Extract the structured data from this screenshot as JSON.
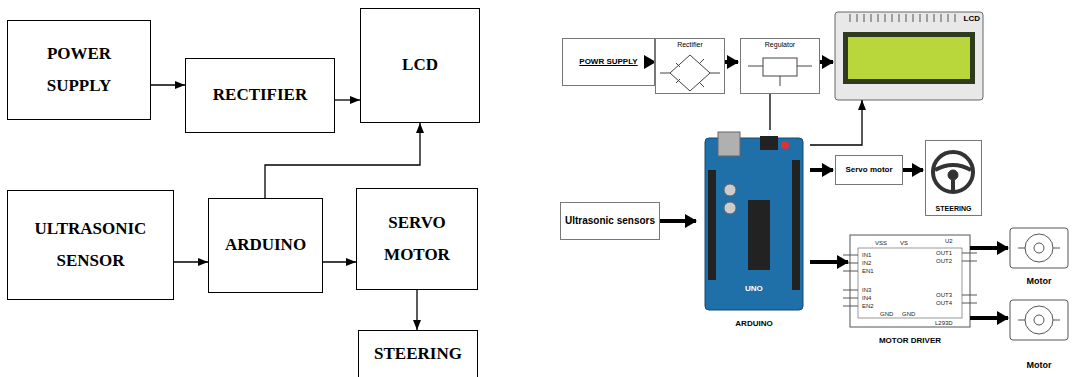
{
  "diagram": {
    "nodes": [
      {
        "text": [
          "POWER SUPPLY"
        ]
      },
      {
        "text": [
          "RECTIFIER"
        ]
      },
      {
        "text": [
          "LCD"
        ]
      },
      {
        "text": [
          "ULTRASONIC SENSOR"
        ]
      },
      {
        "text": [
          "ARDUINO"
        ]
      },
      {
        "text": [
          "SERVO MOTOR"
        ]
      },
      {
        "text": [
          "STEERING"
        ]
      },
      {
        "text": [
          "POWR SUPPLY"
        ]
      },
      {
        "text": [
          "Rectifier"
        ]
      },
      {
        "text": [
          "Regulator"
        ]
      },
      {
        "text": [
          "LCD"
        ]
      },
      {
        "text": [
          "ARDUINO"
        ]
      },
      {
        "text": [
          "Servo motor"
        ]
      },
      {
        "text": [
          "STEERING"
        ]
      },
      {
        "text": [
          "Ultrasonic sensors"
        ]
      },
      {
        "text": [
          "MOTOR DRIVER"
        ]
      },
      {
        "text": [
          "Motor"
        ]
      },
      {
        "text": [
          "Motor"
        ]
      }
    ],
    "edges": [
      {
        "from": 0,
        "to": 1,
        "arrow": "to"
      },
      {
        "from": 1,
        "to": 2,
        "arrow": "to"
      },
      {
        "from": 4,
        "to": 2,
        "arrow": "to"
      },
      {
        "from": 3,
        "to": 4,
        "arrow": "to"
      },
      {
        "from": 4,
        "to": 5,
        "arrow": "to"
      },
      {
        "from": 5,
        "to": 6,
        "arrow": "to"
      },
      {
        "from": 7,
        "to": 8,
        "arrow": "to"
      },
      {
        "from": 8,
        "to": 9,
        "arrow": "to"
      },
      {
        "from": 9,
        "to": 10,
        "arrow": "to"
      },
      {
        "from": 9,
        "to": 11,
        "arrow": "none"
      },
      {
        "from": 11,
        "to": 10,
        "arrow": "to"
      },
      {
        "from": 14,
        "to": 11,
        "arrow": "to"
      },
      {
        "from": 11,
        "to": 12,
        "arrow": "to"
      },
      {
        "from": 12,
        "to": 13,
        "arrow": "to"
      },
      {
        "from": 11,
        "to": 15,
        "arrow": "to"
      },
      {
        "from": 15,
        "to": 16,
        "arrow": "to"
      },
      {
        "from": 15,
        "to": 17,
        "arrow": "to"
      }
    ],
    "labels": [
      "U2",
      "IN1",
      "IN2",
      "EN1",
      "VSS",
      "VS",
      "OUT1",
      "OUT2",
      "IN3",
      "IN4",
      "EN2",
      "GND",
      "GND",
      "OUT3",
      "OUT4",
      "L293D",
      "UNO"
    ]
  }
}
